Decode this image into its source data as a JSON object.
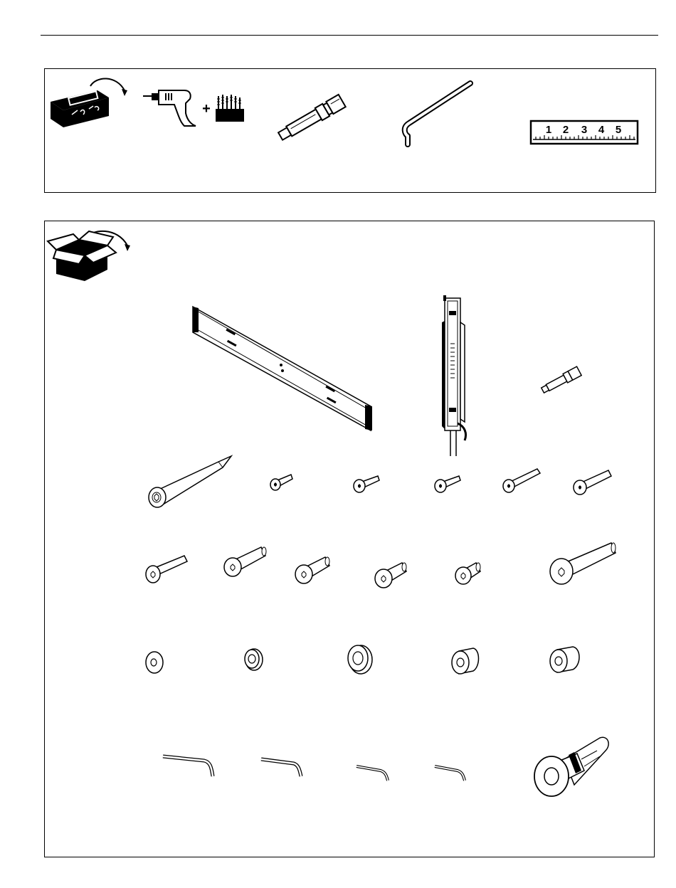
{
  "tools": {
    "plus_sign": "+",
    "ruler_numbers": [
      "1",
      "2",
      "3",
      "4",
      "5"
    ],
    "icons": [
      "toolbox-icon",
      "drill-icon",
      "drill-bits-icon",
      "hex-bit-icon",
      "allen-wrench-icon",
      "ruler-icon"
    ]
  },
  "parts": {
    "icons": [
      "open-box-icon",
      "wall-plate",
      "mount-arm",
      "hex-bit",
      "lag-bolt",
      "screws",
      "washers",
      "spacers",
      "allen-keys",
      "wall-anchor"
    ]
  }
}
